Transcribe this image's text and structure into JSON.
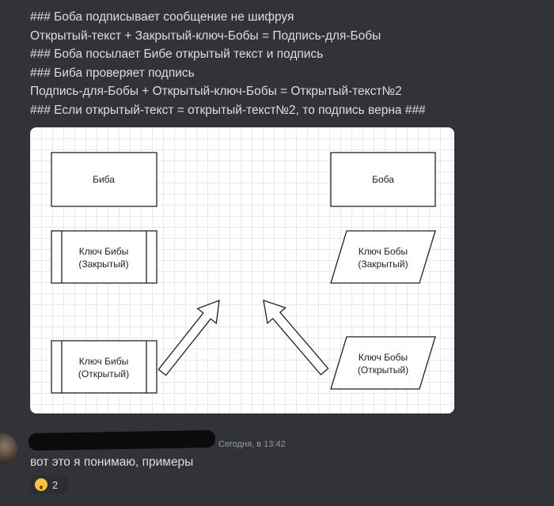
{
  "post_lines": [
    "### Боба подписывает сообщение не шифруя",
    "Открытый-текст + Закрытый-ключ-Бобы = Подпись-для-Бобы",
    "### Боба посылает Бибе открытый текст и подпись",
    "### Биба проверяет подпись",
    "Подпись-для-Бобы + Открытый-ключ-Бобы = Открытый-текст№2",
    "### Если открытый-текст = открытый-текст№2, то подпись верна ###"
  ],
  "diagram": {
    "biba": "Биба",
    "boba": "Боба",
    "biba_private_1": "Ключ Бибы",
    "biba_private_2": "(Закрытый)",
    "biba_public_1": "Ключ Бибы",
    "biba_public_2": "(Открытый)",
    "boba_private_1": "Ключ Бобы",
    "boba_private_2": "(Закрытый)",
    "boba_public_1": "Ключ Бобы",
    "boba_public_2": "(Открытый)"
  },
  "comment": {
    "timestamp": "Сегодня, в 13:42",
    "text": "вот это я понимаю, примеры",
    "reaction": {
      "emoji": "hushed-face",
      "count": "2"
    }
  }
}
